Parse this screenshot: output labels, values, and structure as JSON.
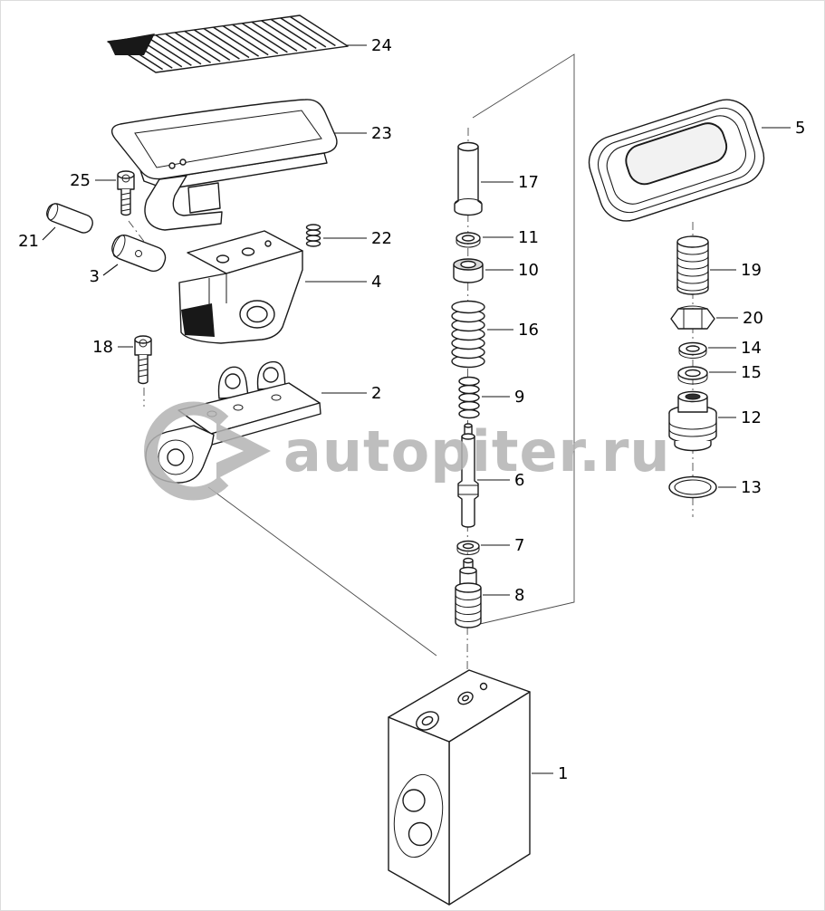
{
  "diagram": {
    "background": "#ffffff",
    "line_color": "#1a1a1a"
  },
  "watermark": {
    "text": "autopiter.ru",
    "color": "#b3b3b3",
    "logo_icon": "double-arrow-ring-icon"
  },
  "callouts": [
    {
      "label": "1"
    },
    {
      "label": "2"
    },
    {
      "label": "3"
    },
    {
      "label": "4"
    },
    {
      "label": "5"
    },
    {
      "label": "6"
    },
    {
      "label": "7"
    },
    {
      "label": "8"
    },
    {
      "label": "9"
    },
    {
      "label": "10"
    },
    {
      "label": "11"
    },
    {
      "label": "12"
    },
    {
      "label": "13"
    },
    {
      "label": "14"
    },
    {
      "label": "15"
    },
    {
      "label": "16"
    },
    {
      "label": "17"
    },
    {
      "label": "18"
    },
    {
      "label": "19"
    },
    {
      "label": "20"
    },
    {
      "label": "21"
    },
    {
      "label": "22"
    },
    {
      "label": "23"
    },
    {
      "label": "24"
    },
    {
      "label": "25"
    }
  ]
}
